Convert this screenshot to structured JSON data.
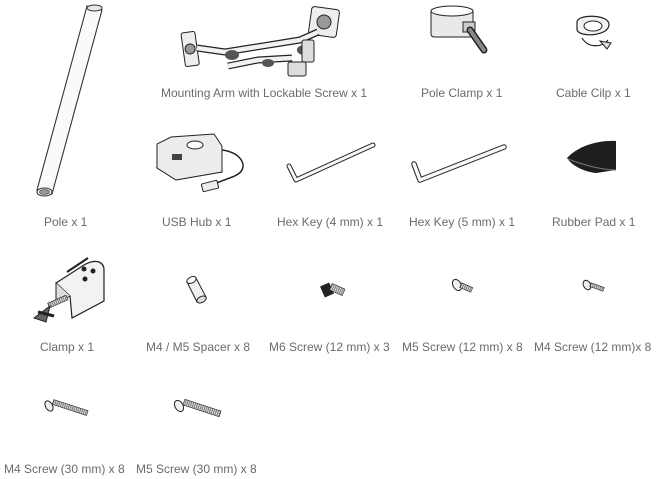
{
  "items": [
    {
      "id": "pole",
      "label": "Pole x 1",
      "icon": "pole-icon"
    },
    {
      "id": "mounting-arm",
      "label": "Mounting Arm with Lockable Screw x 1",
      "icon": "mounting-arm-icon"
    },
    {
      "id": "pole-clamp",
      "label": "Pole Clamp x 1",
      "icon": "pole-clamp-icon"
    },
    {
      "id": "cable-clip",
      "label": "Cable Cilp x 1",
      "icon": "cable-clip-icon"
    },
    {
      "id": "usb-hub",
      "label": "USB Hub x 1",
      "icon": "usb-hub-icon"
    },
    {
      "id": "hex-key-4",
      "label": "Hex Key (4 mm) x 1",
      "icon": "hex-key-icon"
    },
    {
      "id": "hex-key-5",
      "label": "Hex Key (5 mm) x 1",
      "icon": "hex-key-icon"
    },
    {
      "id": "rubber-pad",
      "label": "Rubber Pad x 1",
      "icon": "rubber-pad-icon"
    },
    {
      "id": "clamp",
      "label": "Clamp x 1",
      "icon": "clamp-icon"
    },
    {
      "id": "spacer",
      "label": "M4 / M5 Spacer x 8",
      "icon": "spacer-icon"
    },
    {
      "id": "m6-12",
      "label": "M6 Screw (12 mm) x 3",
      "icon": "screw-icon"
    },
    {
      "id": "m5-12",
      "label": "M5 Screw (12 mm) x 8",
      "icon": "screw-icon"
    },
    {
      "id": "m4-12",
      "label": "M4 Screw (12 mm)x 8",
      "icon": "screw-icon"
    },
    {
      "id": "m4-30",
      "label": "M4 Screw (30 mm) x 8",
      "icon": "long-screw-icon"
    },
    {
      "id": "m5-30",
      "label": "M5 Screw (30 mm) x 8",
      "icon": "long-screw-icon"
    }
  ]
}
